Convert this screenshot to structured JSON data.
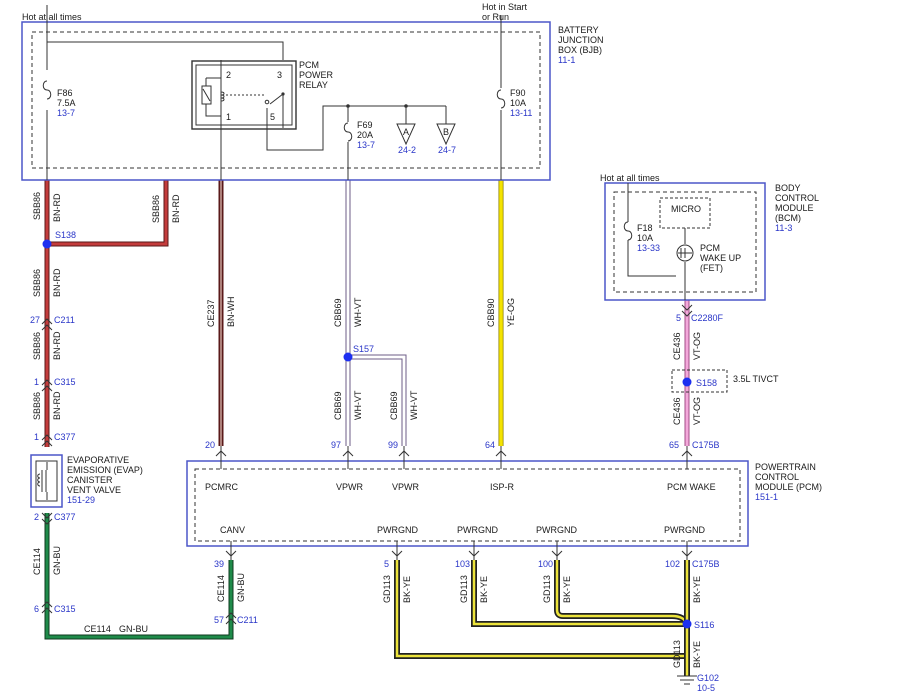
{
  "hot_labels": {
    "top_left": "Hot at all times",
    "start_run_1": "Hot in Start",
    "start_run_2": "or Run",
    "bcm": "Hot at all times"
  },
  "bjb": {
    "name_1": "BATTERY",
    "name_2": "JUNCTION",
    "name_3": "BOX (BJB)",
    "ref": "11-1",
    "relay_1": "PCM",
    "relay_2": "POWER",
    "relay_3": "RELAY",
    "pins": [
      "2",
      "3",
      "1",
      "5"
    ],
    "f86": {
      "name": "F86",
      "rating": "7.5A",
      "ref": "13-7"
    },
    "f69": {
      "name": "F69",
      "rating": "20A",
      "ref": "13-7"
    },
    "f90": {
      "name": "F90",
      "rating": "10A",
      "ref": "13-11"
    },
    "conn_a": {
      "letter": "A",
      "ref": "24-2"
    },
    "conn_b": {
      "letter": "B",
      "ref": "24-7"
    }
  },
  "bcm": {
    "name_1": "BODY",
    "name_2": "CONTROL",
    "name_3": "MODULE",
    "name_4": "(BCM)",
    "ref": "11-3",
    "micro": "MICRO",
    "f18": {
      "name": "F18",
      "rating": "10A",
      "ref": "13-33"
    },
    "wake_1": "PCM",
    "wake_2": "WAKE UP",
    "wake_3": "(FET)"
  },
  "pcm": {
    "name_1": "POWERTRAIN",
    "name_2": "CONTROL",
    "name_3": "MODULE (PCM)",
    "ref": "151-1",
    "top_pins": [
      {
        "pin": "20",
        "name": "PCMRC"
      },
      {
        "pin": "97",
        "name": "VPWR"
      },
      {
        "pin": "99",
        "name": "VPWR"
      },
      {
        "pin": "64",
        "name": "ISP-R"
      },
      {
        "pin": "65",
        "name": "PCM WAKE"
      }
    ],
    "top_conn": "C175B",
    "bottom_pins": [
      {
        "pin": "39",
        "name": "CANV"
      },
      {
        "pin": "5",
        "name": "PWRGND"
      },
      {
        "pin": "103",
        "name": "PWRGND"
      },
      {
        "pin": "100",
        "name": "PWRGND"
      },
      {
        "pin": "102",
        "name": "PWRGND"
      }
    ],
    "bottom_conn": "C175B"
  },
  "evap": {
    "name_1": "EVAPORATIVE",
    "name_2": "EMISSION (EVAP)",
    "name_3": "CANISTER",
    "name_4": "VENT VALVE",
    "ref": "151-29"
  },
  "connectors": {
    "c211_top": {
      "pin": "27",
      "name": "C211"
    },
    "c315_top": {
      "pin": "1",
      "name": "C315"
    },
    "c377_top": {
      "pin": "1",
      "name": "C377"
    },
    "c377_bot": {
      "pin": "2",
      "name": "C377"
    },
    "c315_bot": {
      "pin": "6",
      "name": "C315"
    },
    "c211_bot": {
      "pin": "57",
      "name": "C211"
    },
    "c2280f": {
      "pin": "5",
      "name": "C2280F"
    }
  },
  "splices": {
    "s138": "S138",
    "s157": "S157",
    "s158": "S158",
    "s116": "S116"
  },
  "tivct": "3.5L TIVCT",
  "ground": {
    "name": "G102",
    "ref": "10-5"
  },
  "wires": {
    "sbb86": "SBB86",
    "bn_rd": "BN-RD",
    "ce237": "CE237",
    "bn_wh": "BN-WH",
    "cbb69": "CBB69",
    "wh_vt": "WH-VT",
    "cbb90": "CBB90",
    "ye_og": "YE-OG",
    "ce436": "CE436",
    "vt_og": "VT-OG",
    "ce114": "CE114",
    "gn_bu": "GN-BU",
    "gd113": "GD113",
    "bk_ye": "BK-YE"
  },
  "colors": {
    "frame": "#4b56c9",
    "ref_text": "#2a36c8",
    "splice": "#1d2ff0",
    "bn_rd": "#b03a3a",
    "ye": "#f0e000",
    "vt_og": "#e38fcb",
    "wh_vt": "#c79ad8",
    "gn": "#1f6b3a",
    "bk_ye": "#e9e23a"
  }
}
